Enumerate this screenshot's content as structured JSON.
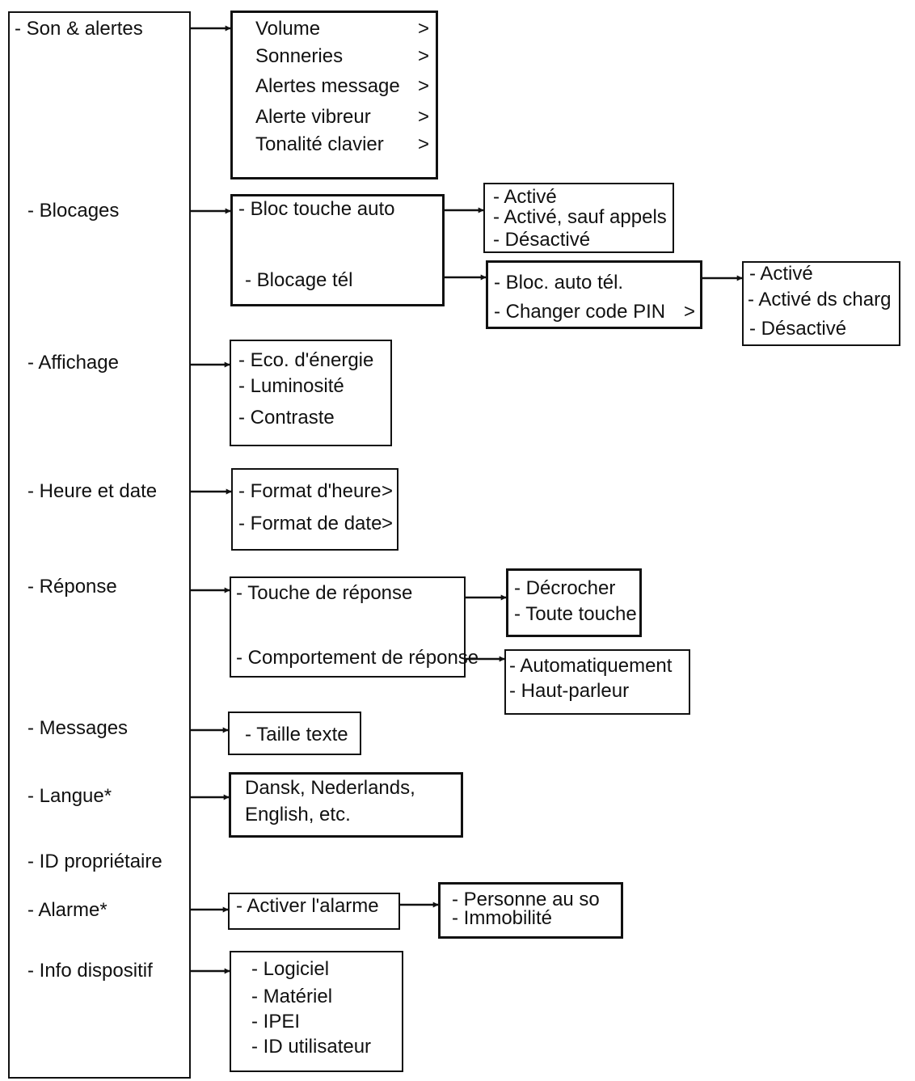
{
  "main_menu": {
    "son": "- Son & alertes",
    "blocages": "- Blocages",
    "affichage": "- Affichage",
    "heure": "- Heure et date",
    "reponse": "- Réponse",
    "messages": "- Messages",
    "langue": "- Langue*",
    "id_proprietaire": "- ID propriétaire",
    "alarme": "- Alarme*",
    "info": "- Info dispositif"
  },
  "son_alertes": [
    {
      "label": "Volume",
      "chevron": ">"
    },
    {
      "label": "Sonneries",
      "chevron": ">"
    },
    {
      "label": "Alertes message",
      "chevron": ">"
    },
    {
      "label": "Alerte vibreur",
      "chevron": ">"
    },
    {
      "label": "Tonalité clavier",
      "chevron": ">"
    }
  ],
  "blocages": {
    "bloc_touche": "- Bloc touche auto",
    "blocage_tel": "- Blocage tél",
    "bloc_touche_options": [
      "- Activé",
      "- Activé, sauf appels",
      "- Désactivé"
    ],
    "blocage_tel_options": [
      "- Bloc. auto tél.",
      "- Changer code PIN"
    ],
    "pin_chevron": ">",
    "bloc_auto_tel_options": [
      "- Activé",
      "- Activé ds charg",
      "- Désactivé"
    ]
  },
  "affichage": [
    "- Eco. d'énergie",
    "- Luminosité",
    "- Contraste"
  ],
  "heure_date": {
    "items": [
      "- Format d'heure",
      "- Format de date"
    ],
    "chevron": ">"
  },
  "reponse": {
    "touche": "- Touche de réponse",
    "comportement": "- Comportement de réponse",
    "touche_options": [
      "- Décrocher",
      "- Toute touche"
    ],
    "comportement_options": [
      "- Automatiquement",
      "- Haut-parleur"
    ]
  },
  "messages": [
    "- Taille texte"
  ],
  "langue": [
    "Dansk, Nederlands,",
    "English, etc."
  ],
  "alarme": {
    "activer": "- Activer l'alarme",
    "options": [
      "- Personne au so",
      "- Immobilité"
    ]
  },
  "info": [
    "- Logiciel",
    "- Matériel",
    "- IPEI",
    "- ID utilisateur"
  ]
}
